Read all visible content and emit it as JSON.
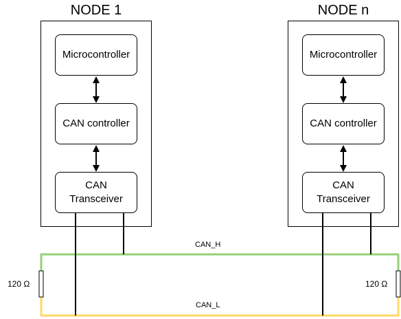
{
  "nodes": [
    {
      "title": "NODE 1",
      "blocks": [
        {
          "label": "Microcontroller"
        },
        {
          "label": "CAN controller"
        },
        {
          "label_line1": "CAN",
          "label_line2": "Transceiver"
        }
      ]
    },
    {
      "title": "NODE n",
      "blocks": [
        {
          "label": "Microcontroller"
        },
        {
          "label": "CAN controller"
        },
        {
          "label_line1": "CAN",
          "label_line2": "Transceiver"
        }
      ]
    }
  ],
  "bus": {
    "high_label": "CAN_H",
    "low_label": "CAN_L",
    "high_color": "#97d077",
    "low_color": "#ffd966"
  },
  "terminators": {
    "left_label": "120 Ω",
    "right_label": "120 Ω"
  }
}
